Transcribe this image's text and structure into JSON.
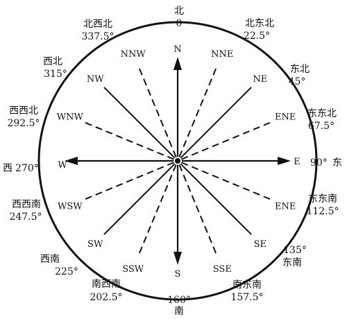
{
  "colors": {
    "ink": "#111111",
    "background": "#ffffff"
  },
  "points": [
    {
      "id": "n",
      "abbr": "N",
      "name": "北",
      "degree": "0",
      "angle": 0,
      "major": true
    },
    {
      "id": "nne",
      "abbr": "NNE",
      "name": "北东北",
      "degree": "22.5°",
      "angle": 22.5,
      "major": false
    },
    {
      "id": "ne",
      "abbr": "NE",
      "name": "东北",
      "degree": "45°",
      "angle": 45,
      "major": false
    },
    {
      "id": "ene",
      "abbr": "ENE",
      "name": "东东北",
      "degree": "67.5°",
      "angle": 67.5,
      "major": false
    },
    {
      "id": "e",
      "abbr": "E",
      "name": "东",
      "degree": "90°",
      "angle": 90,
      "major": true
    },
    {
      "id": "ese",
      "abbr": "ENE",
      "name": "东东南",
      "degree": "112.5°",
      "angle": 112.5,
      "major": false
    },
    {
      "id": "se",
      "abbr": "SE",
      "name": "东南",
      "degree": "135°",
      "angle": 135,
      "major": false
    },
    {
      "id": "sse",
      "abbr": "SSE",
      "name": "南东南",
      "degree": "157.5°",
      "angle": 157.5,
      "major": false
    },
    {
      "id": "s",
      "abbr": "S",
      "name": "南",
      "degree": "160°",
      "angle": 180,
      "major": true
    },
    {
      "id": "ssw",
      "abbr": "SSW",
      "name": "南西南",
      "degree": "202.5°",
      "angle": 202.5,
      "major": false
    },
    {
      "id": "sw",
      "abbr": "SW",
      "name": "西南",
      "degree": "225°",
      "angle": 225,
      "major": false
    },
    {
      "id": "wsw",
      "abbr": "WSW",
      "name": "西西南",
      "degree": "247.5°",
      "angle": 247.5,
      "major": false
    },
    {
      "id": "w",
      "abbr": "W",
      "name": "西",
      "degree": "270°",
      "angle": 270,
      "major": true
    },
    {
      "id": "wnw",
      "abbr": "WNW",
      "name": "西西北",
      "degree": "292.5°",
      "angle": 292.5,
      "major": false
    },
    {
      "id": "nw",
      "abbr": "NW",
      "name": "西北",
      "degree": "315°",
      "angle": 315,
      "major": false
    },
    {
      "id": "nnw",
      "abbr": "NNW",
      "name": "北西北",
      "degree": "337.5°",
      "angle": 337.5,
      "major": false
    }
  ]
}
